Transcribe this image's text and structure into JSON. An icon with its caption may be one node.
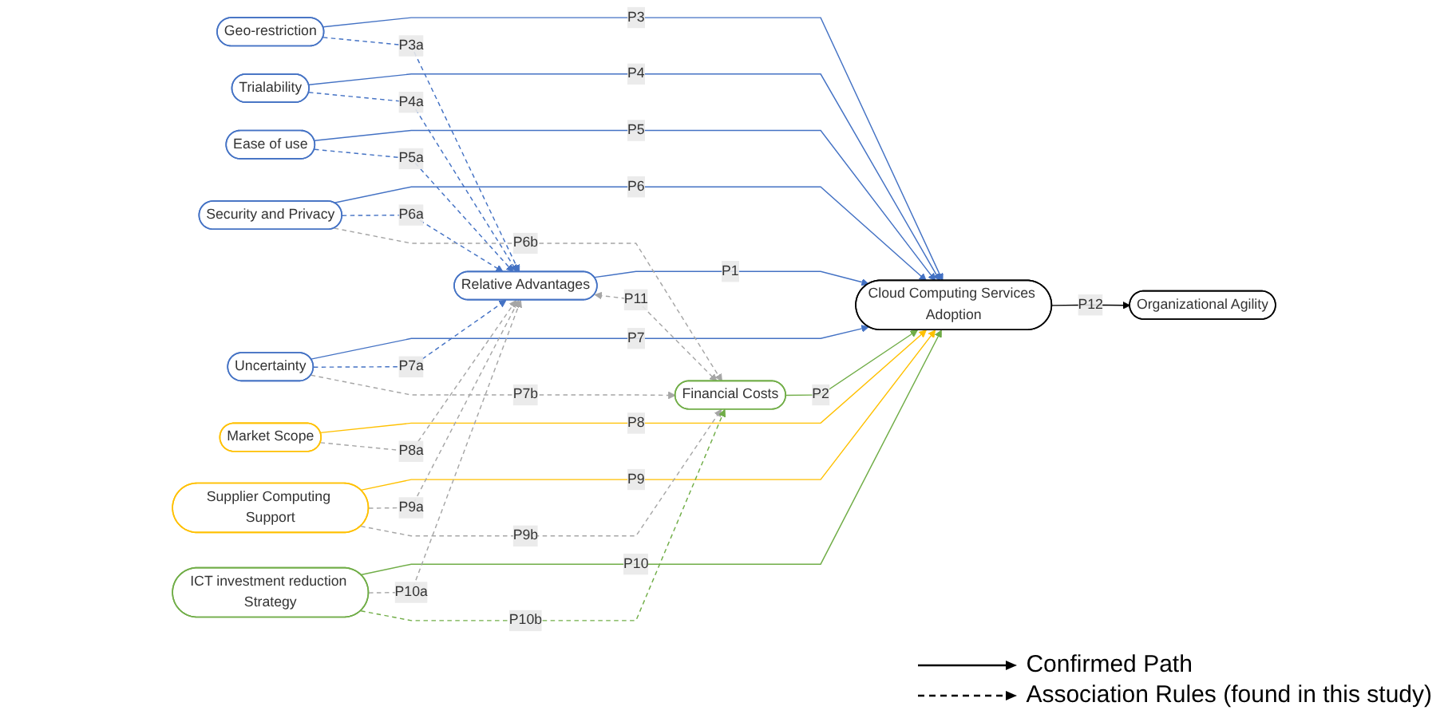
{
  "diagram": {
    "nodes": [
      {
        "text": [
          "Geo-restriction"
        ]
      },
      {
        "text": [
          "Trialability"
        ]
      },
      {
        "text": [
          "Ease of use"
        ]
      },
      {
        "text": [
          "Security and Privacy"
        ]
      },
      {
        "text": [
          "Uncertainty"
        ]
      },
      {
        "text": [
          "Market Scope"
        ]
      },
      {
        "text": [
          "Supplier Computing Support"
        ]
      },
      {
        "text": [
          "ICT investment reduction Strategy"
        ]
      },
      {
        "text": [
          "Relative Advantages"
        ]
      },
      {
        "text": [
          "Financial Costs"
        ]
      },
      {
        "text": [
          "Cloud Computing Services Adoption"
        ]
      },
      {
        "text": [
          "Organizational Agility"
        ]
      }
    ],
    "edges": [
      {
        "from": 8,
        "to": 10,
        "arrow": "to",
        "label": "P1"
      },
      {
        "from": 9,
        "to": 10,
        "arrow": "to",
        "label": "P2",
        "color": "#70ad47"
      },
      {
        "from": 0,
        "to": 10,
        "arrow": "to",
        "label": "P3"
      },
      {
        "from": 1,
        "to": 10,
        "arrow": "to",
        "label": "P4"
      },
      {
        "from": 2,
        "to": 10,
        "arrow": "to",
        "label": "P5"
      },
      {
        "from": 3,
        "to": 10,
        "arrow": "to",
        "label": "P6"
      },
      {
        "from": 4,
        "to": 10,
        "arrow": "to",
        "label": "P7"
      },
      {
        "from": 5,
        "to": 10,
        "arrow": "to",
        "label": "P8",
        "color": "#ffc000"
      },
      {
        "from": 6,
        "to": 10,
        "arrow": "to",
        "label": "P9",
        "color": "#ffc000"
      },
      {
        "from": 7,
        "to": 10,
        "arrow": "to",
        "label": "P10",
        "color": "#70ad47"
      },
      {
        "from": 8,
        "to": 9,
        "arrow": "both",
        "label": "P11",
        "style": "dashed",
        "color": "#a6a6a6"
      },
      {
        "from": 10,
        "to": 11,
        "arrow": "to",
        "label": "P12",
        "color": "#000000"
      },
      {
        "from": 0,
        "to": 8,
        "arrow": "to",
        "label": "P3a",
        "style": "dashed"
      },
      {
        "from": 1,
        "to": 8,
        "arrow": "to",
        "label": "P4a",
        "style": "dashed"
      },
      {
        "from": 2,
        "to": 8,
        "arrow": "to",
        "label": "P5a",
        "style": "dashed"
      },
      {
        "from": 3,
        "to": 8,
        "arrow": "to",
        "label": "P6a",
        "style": "dashed"
      },
      {
        "from": 3,
        "to": 9,
        "arrow": "to",
        "label": "P6b",
        "style": "dashed",
        "color": "#a6a6a6"
      },
      {
        "from": 4,
        "to": 8,
        "arrow": "to",
        "label": "P7a",
        "style": "dashed"
      },
      {
        "from": 4,
        "to": 9,
        "arrow": "to",
        "label": "P7b",
        "style": "dashed",
        "color": "#a6a6a6"
      },
      {
        "from": 5,
        "to": 8,
        "arrow": "to",
        "label": "P8a",
        "style": "dashed",
        "color": "#a6a6a6"
      },
      {
        "from": 6,
        "to": 8,
        "arrow": "to",
        "label": "P9a",
        "style": "dashed",
        "color": "#a6a6a6"
      },
      {
        "from": 6,
        "to": 9,
        "arrow": "to",
        "label": "P9b",
        "style": "dashed",
        "color": "#a6a6a6"
      },
      {
        "from": 7,
        "to": 8,
        "arrow": "to",
        "label": "P10a",
        "style": "dashed",
        "color": "#a6a6a6"
      },
      {
        "from": 7,
        "to": 9,
        "arrow": "to",
        "label": "P10b",
        "style": "dashed",
        "color": "#70ad47"
      }
    ],
    "legend": [
      {
        "text": "Confirmed Path"
      },
      {
        "text": "Association Rules (found in this study)"
      }
    ]
  }
}
